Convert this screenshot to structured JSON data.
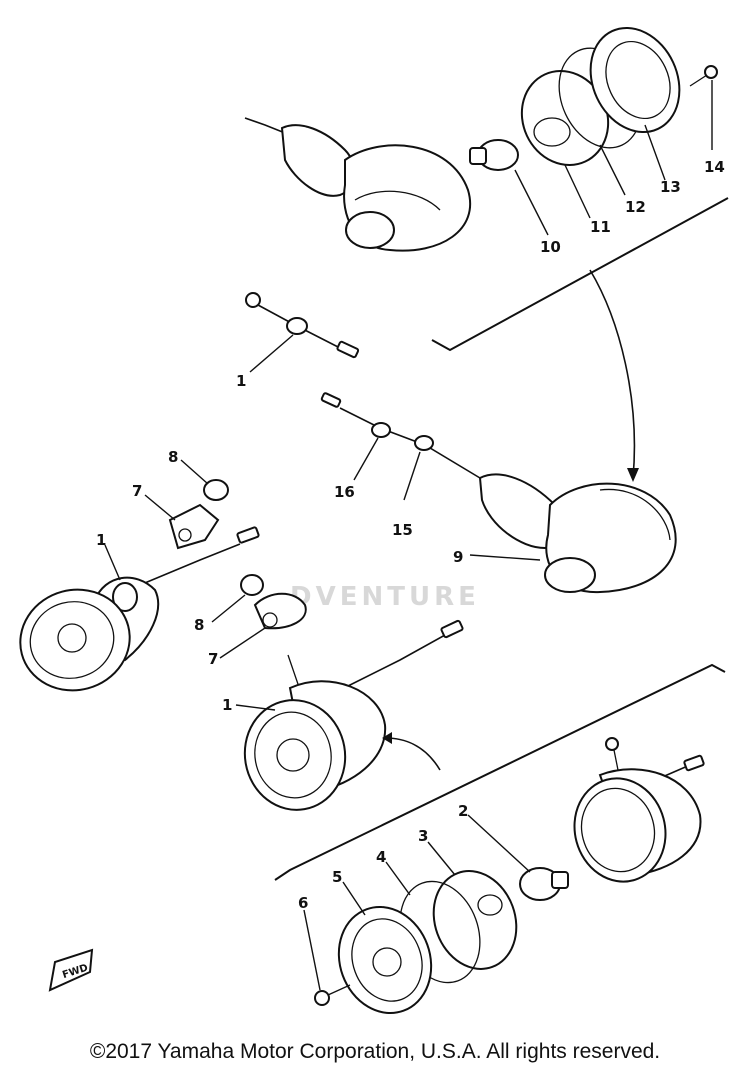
{
  "callouts": [
    "1",
    "2",
    "3",
    "4",
    "5",
    "6",
    "7",
    "8",
    "9",
    "10",
    "11",
    "12",
    "13",
    "14",
    "15",
    "16"
  ],
  "watermark": "DVENTURE",
  "fwd_label": "FWD",
  "copyright": "©2017 Yamaha Motor Corporation, U.S.A. All rights reserved."
}
